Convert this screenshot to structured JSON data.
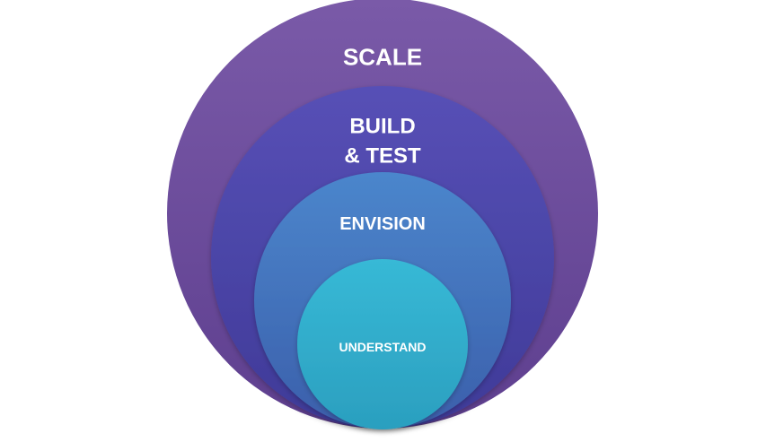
{
  "diagram": {
    "rings": [
      {
        "id": "scale",
        "label_lines": [
          "SCALE"
        ],
        "color_top": "#7a5aa8",
        "color_bottom": "#5e3f8f"
      },
      {
        "id": "build-test",
        "label_lines": [
          "BUILD",
          "& TEST"
        ],
        "color_top": "#5750b6",
        "color_bottom": "#3f3a98"
      },
      {
        "id": "envision",
        "label_lines": [
          "ENVISION"
        ],
        "color_top": "#4b86cc",
        "color_bottom": "#3b5fab"
      },
      {
        "id": "understand",
        "label_lines": [
          "UNDERSTAND"
        ],
        "color_top": "#37b9d6",
        "color_bottom": "#2b9fbf"
      }
    ]
  }
}
